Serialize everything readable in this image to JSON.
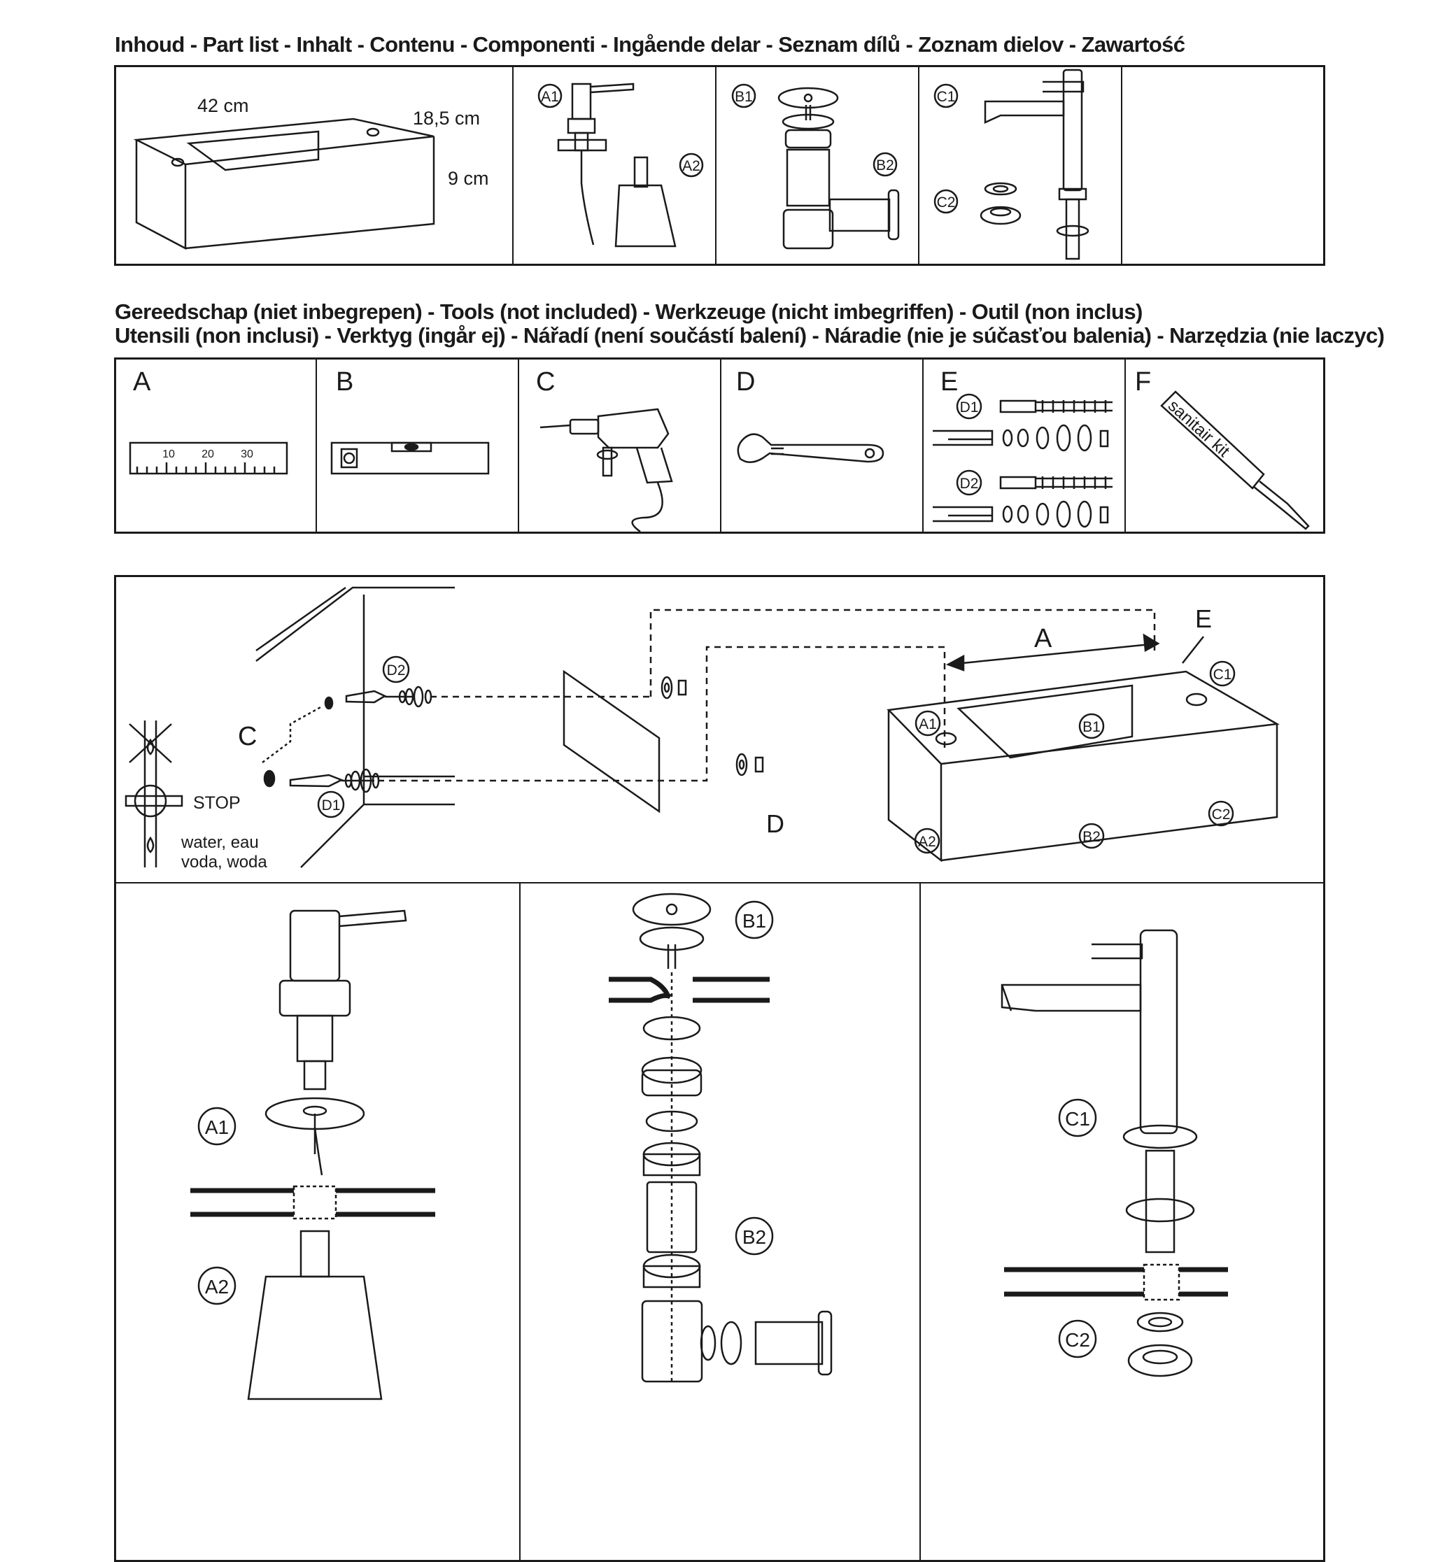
{
  "parts": {
    "heading": "Inhoud - Part list - Inhalt - Contenu - Componenti - Ingående delar - Seznam dílů - Zoznam dielov - Zawartość",
    "basin_width": "42 cm",
    "basin_depth": "18,5 cm",
    "basin_height": "9 cm",
    "labels": [
      "A1",
      "A2",
      "B1",
      "B2",
      "C1",
      "C2"
    ]
  },
  "tools": {
    "heading_line1": "Gereedschap (niet inbegrepen) - Tools (not included) -  Werkzeuge (nicht imbegriffen) - Outil (non inclus)",
    "heading_line2": "Utensili (non inclusi) - Verktyg (ingår ej) - Nářadí (není součástí balení) - Náradie (nie je súčasťou balenia) - Narzędzia (nie laczyc)",
    "letters": [
      "A",
      "B",
      "C",
      "D",
      "E",
      "F"
    ],
    "ruler_ticks": [
      "10",
      "20",
      "30"
    ],
    "screw_labels": [
      "D1",
      "D2"
    ],
    "sealant": "sanitair kit"
  },
  "install": {
    "stop": "STOP",
    "water_line1": "water, eau",
    "water_line2": "voda, woda",
    "drill_label": "C",
    "plugs": [
      "D2",
      "D1"
    ],
    "nut_label": "D",
    "dimension_label": "A",
    "sealant_label": "E",
    "basin_points": [
      "A1",
      "B1",
      "C1",
      "A2",
      "B2",
      "C2"
    ]
  },
  "details": {
    "soap": [
      "A1",
      "A2"
    ],
    "drain": [
      "B1",
      "B2"
    ],
    "tap": [
      "C1",
      "C2"
    ]
  }
}
